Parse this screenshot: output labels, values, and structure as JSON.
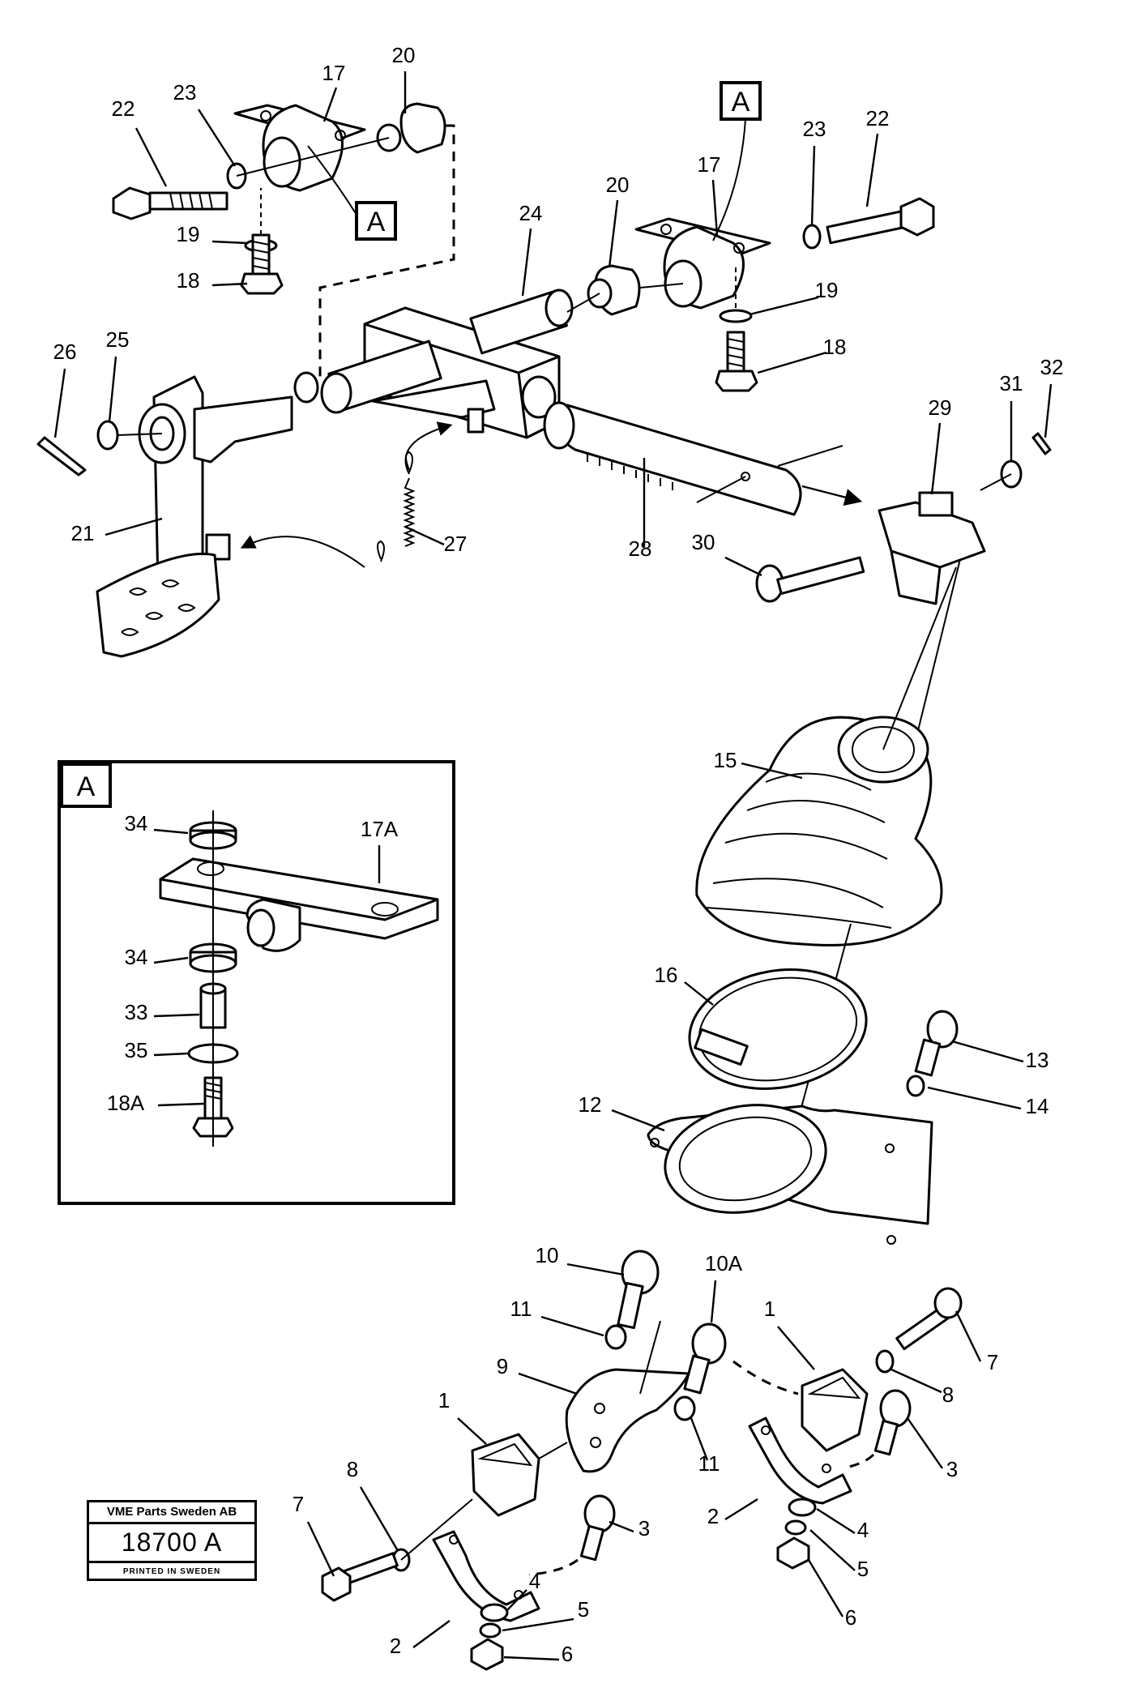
{
  "diagram": {
    "detail_marker": "A",
    "inset_title": "A",
    "part_labels": [
      "1",
      "2",
      "3",
      "4",
      "5",
      "6",
      "7",
      "8",
      "9",
      "10",
      "10A",
      "11",
      "12",
      "13",
      "14",
      "15",
      "16",
      "17",
      "17A",
      "18",
      "18A",
      "19",
      "20",
      "21",
      "22",
      "23",
      "24",
      "25",
      "26",
      "27",
      "28",
      "29",
      "30",
      "31",
      "32",
      "33",
      "34",
      "35"
    ]
  },
  "stamp": {
    "company": "VME Parts Sweden AB",
    "number": "18700 A",
    "printed": "PRINTED IN SWEDEN"
  }
}
